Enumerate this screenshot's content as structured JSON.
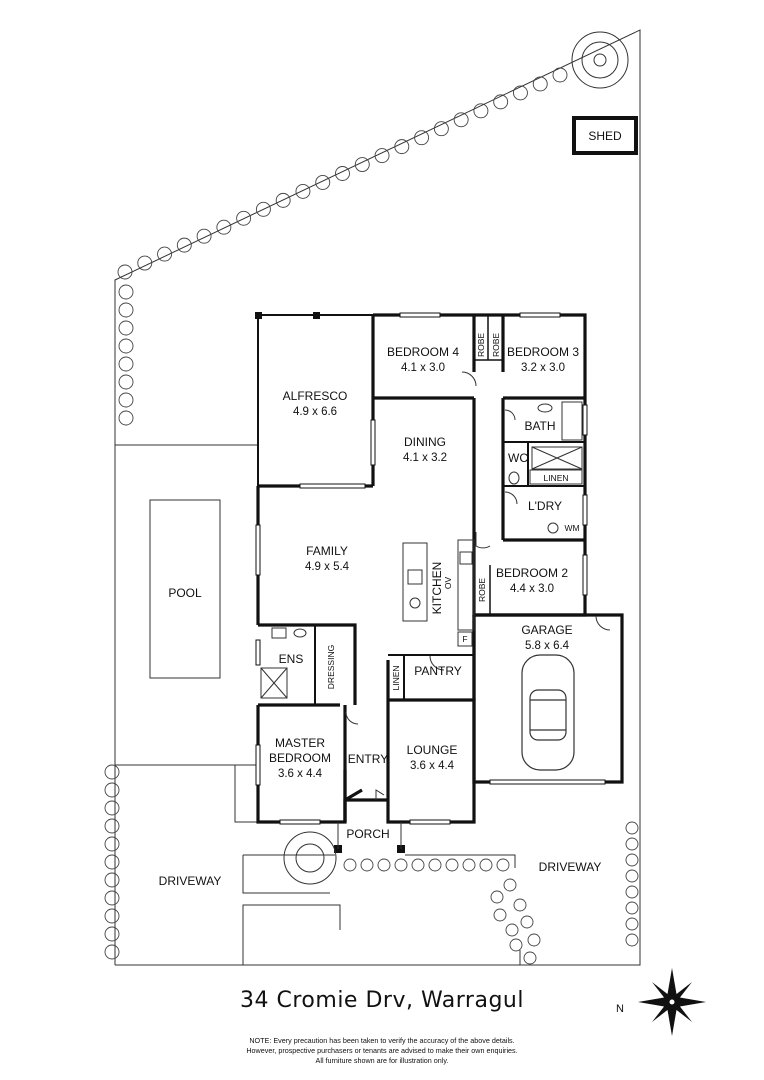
{
  "address": "34 Cromie Drv, Warragul",
  "north_label": "N",
  "note_lines": [
    "NOTE: Every precaution has been taken to verify the accuracy of the above details.",
    "However, prospective purchasers or tenants are advised to make their own enquiries.",
    "All furniture shown are for illustration only."
  ],
  "rooms": {
    "shed": {
      "name": "SHED"
    },
    "bedroom4": {
      "name": "BEDROOM 4",
      "dims": "4.1 x 3.0"
    },
    "bedroom3": {
      "name": "BEDROOM 3",
      "dims": "3.2 x 3.0"
    },
    "robe_b4": {
      "name": "ROBE"
    },
    "robe_b3": {
      "name": "ROBE"
    },
    "alfresco": {
      "name": "ALFRESCO",
      "dims": "4.9 x 6.6"
    },
    "dining": {
      "name": "DINING",
      "dims": "4.1 x 3.2"
    },
    "bath": {
      "name": "BATH"
    },
    "wc": {
      "name": "WC"
    },
    "linen_bath": {
      "name": "LINEN"
    },
    "laundry": {
      "name": "L'DRY"
    },
    "wm": {
      "name": "WM"
    },
    "family": {
      "name": "FAMILY",
      "dims": "4.9 x 5.4"
    },
    "kitchen": {
      "name": "KITCHEN"
    },
    "ov": {
      "name": "OV"
    },
    "fridge": {
      "name": "F"
    },
    "bedroom2": {
      "name": "BEDROOM 2",
      "dims": "4.4 x 3.0"
    },
    "robe_b2": {
      "name": "ROBE"
    },
    "pool": {
      "name": "POOL"
    },
    "garage": {
      "name": "GARAGE",
      "dims": "5.8 x 6.4"
    },
    "ens": {
      "name": "ENS"
    },
    "dressing": {
      "name": "DRESSING"
    },
    "linen_hall": {
      "name": "LINEN"
    },
    "pantry": {
      "name": "PANTRY"
    },
    "master": {
      "name": "MASTER",
      "name2": "BEDROOM",
      "dims": "3.6 x 4.4"
    },
    "entry": {
      "name": "ENTRY"
    },
    "lounge": {
      "name": "LOUNGE",
      "dims": "3.6 x 4.4"
    },
    "porch": {
      "name": "PORCH"
    },
    "driveway_left": {
      "name": "DRIVEWAY"
    },
    "driveway_right": {
      "name": "DRIVEWAY"
    }
  }
}
